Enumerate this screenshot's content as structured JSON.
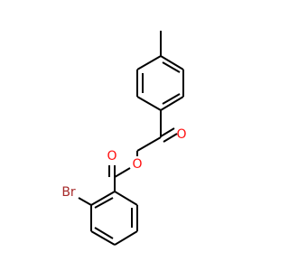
{
  "molecule": {
    "colors": {
      "bond": "#000000",
      "oxygen": "#ff0d0d",
      "bromine": "#a62929",
      "background": "#ffffff"
    },
    "atoms": {
      "oxygen_ketone": {
        "symbol": "O",
        "color": "#ff0d0d"
      },
      "oxygen_ester": {
        "symbol": "O",
        "color": "#ff0d0d"
      },
      "oxygen_carbonyl": {
        "symbol": "O",
        "color": "#ff0d0d"
      },
      "bromine": {
        "symbol": "Br",
        "color": "#a62929"
      }
    }
  }
}
